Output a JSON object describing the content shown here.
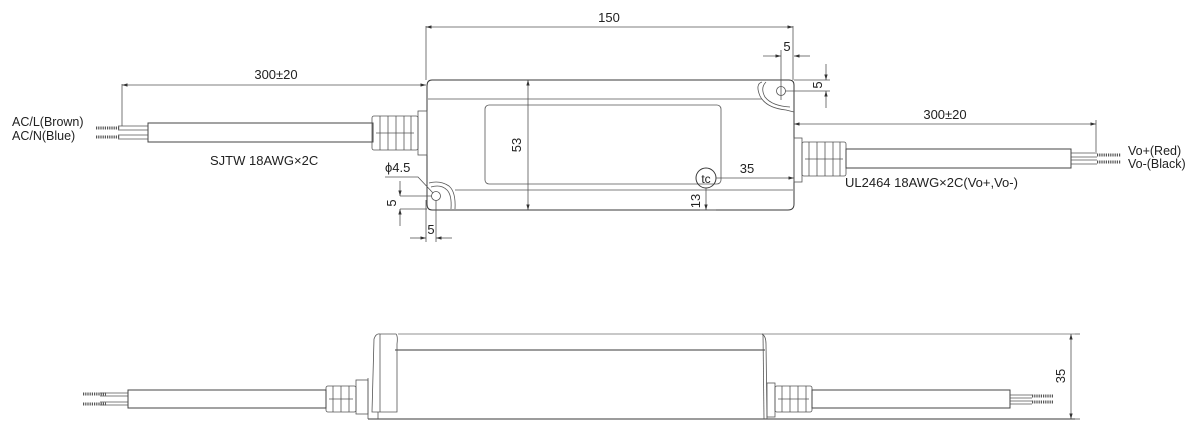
{
  "drawing": {
    "top_view": {
      "body_length_label": "150",
      "body_width_label": "53",
      "input_cable": {
        "length_label": "300±20",
        "spec_label": "SJTW 18AWG×2C",
        "wire_labels": [
          "AC/L(Brown)",
          "AC/N(Blue)"
        ]
      },
      "output_cable": {
        "length_label": "300±20",
        "spec_label": "UL2464 18AWG×2C(Vo+,Vo-)",
        "wire_labels": [
          "Vo+(Red)",
          "Vo-(Black)"
        ]
      },
      "mount_hole_label": "ϕ4.5",
      "hole_offsets": {
        "top_right_x": "5",
        "top_right_y": "5",
        "bottom_left_x": "5",
        "bottom_left_y": "5"
      },
      "tc_point": {
        "symbol": "tc",
        "x_offset_label": "35",
        "y_offset_label": "13"
      }
    },
    "side_view": {
      "height_label": "35"
    }
  }
}
